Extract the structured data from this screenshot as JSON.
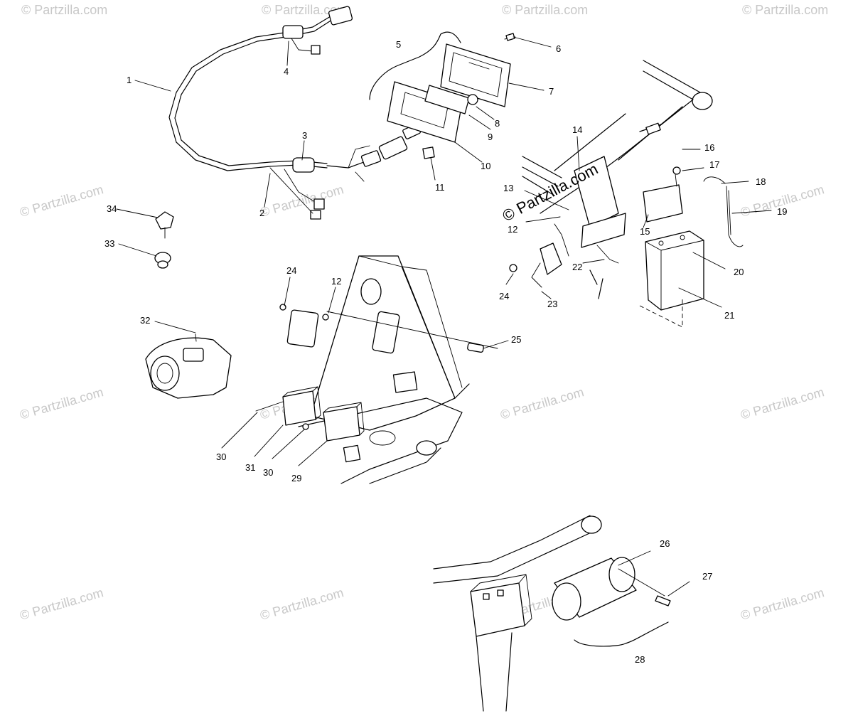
{
  "diagram": {
    "watermark_text": "© Partzilla.com",
    "colors": {
      "line": "#000000",
      "watermark": "#c8c8c8",
      "background": "#ffffff"
    },
    "callouts": {
      "c1": "1",
      "c2": "2",
      "c3": "3",
      "c4": "4",
      "c5": "5",
      "c6": "6",
      "c7": "7",
      "c8": "8",
      "c9": "9",
      "c10": "10",
      "c11": "11",
      "c12a": "12",
      "c12b": "12",
      "c13": "13",
      "c14": "14",
      "c15": "15",
      "c16": "16",
      "c17": "17",
      "c18": "18",
      "c19": "19",
      "c20": "20",
      "c21": "21",
      "c22": "22",
      "c23": "23",
      "c24a": "24",
      "c24b": "24",
      "c25": "25",
      "c26": "26",
      "c27": "27",
      "c28": "28",
      "c29": "29",
      "c30a": "30",
      "c30b": "30",
      "c31": "31",
      "c32": "32",
      "c33": "33",
      "c34": "34"
    }
  }
}
